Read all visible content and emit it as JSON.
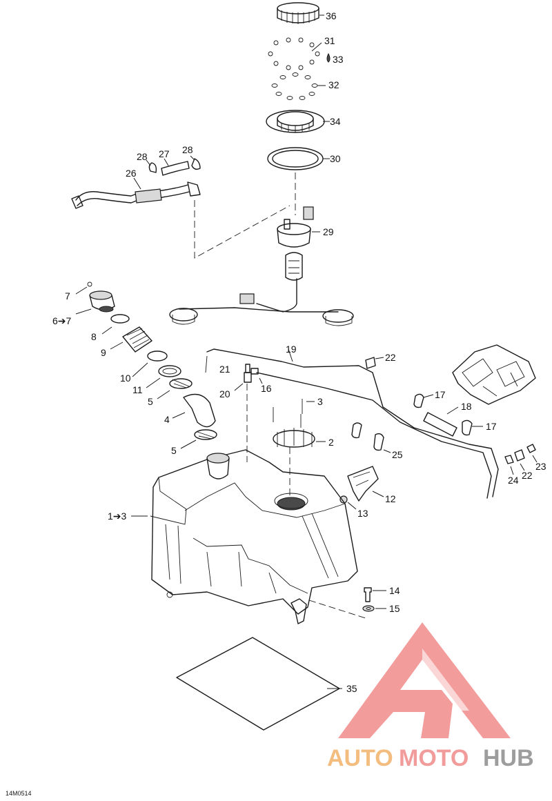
{
  "diagram": {
    "code": "14M0514",
    "callouts": [
      "36",
      "31",
      "33",
      "32",
      "34",
      "30",
      "28",
      "27",
      "28",
      "26",
      "29",
      "7",
      "6➔7",
      "8",
      "9",
      "10",
      "11",
      "5",
      "4",
      "5",
      "19",
      "22",
      "21",
      "20",
      "16",
      "3",
      "2",
      "25",
      "17",
      "18",
      "17",
      "23",
      "22",
      "24",
      "12",
      "13",
      "1➔3",
      "14",
      "15",
      "35"
    ]
  },
  "watermark": {
    "auto": "AUTO",
    "moto": "MOTO",
    "hub": "HUB",
    "colors": {
      "auto": "#f3b26a",
      "moto": "#f08a8a",
      "hub": "#8c8c8c",
      "logo": "#f28b8b"
    }
  }
}
